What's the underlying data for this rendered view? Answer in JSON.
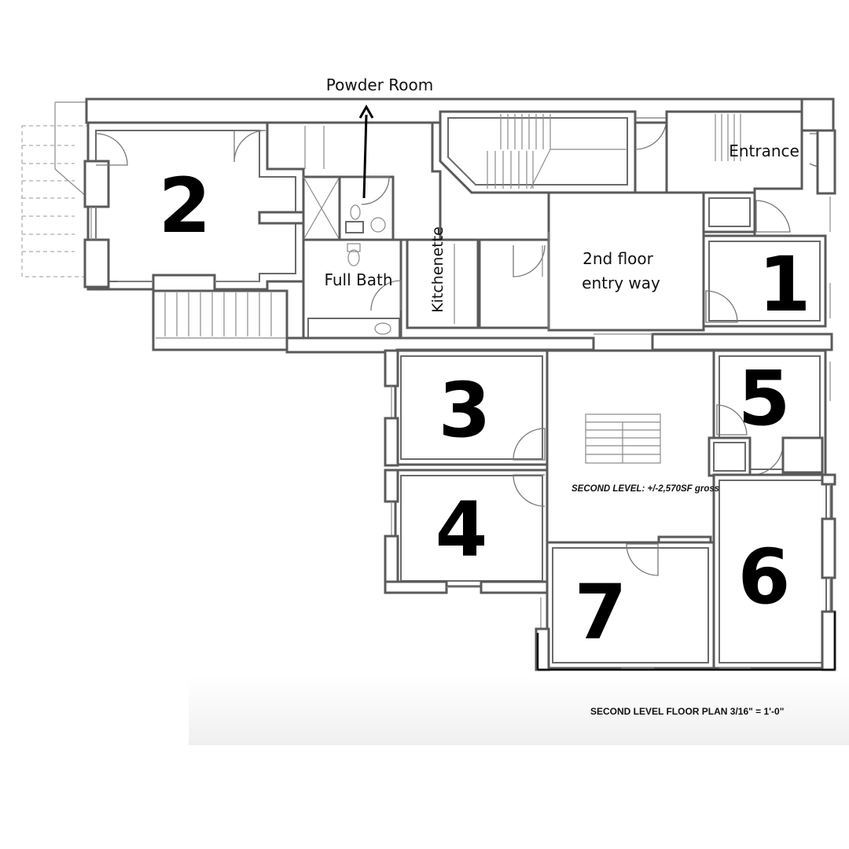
{
  "labels": {
    "powder_room": "Powder Room",
    "entrance": "Entrance",
    "entry_way_line1": "2nd floor",
    "entry_way_line2": "entry way",
    "full_bath": "Full Bath",
    "kitchenette": "Kitchenette",
    "second_level": "SECOND LEVEL:  +/-2,570SF gross",
    "plan_title": "SECOND LEVEL FLOOR PLAN 3/16\" = 1'-0\""
  },
  "rooms": {
    "r1": "1",
    "r2": "2",
    "r3": "3",
    "r4": "4",
    "r5": "5",
    "r6": "6",
    "r7": "7"
  }
}
